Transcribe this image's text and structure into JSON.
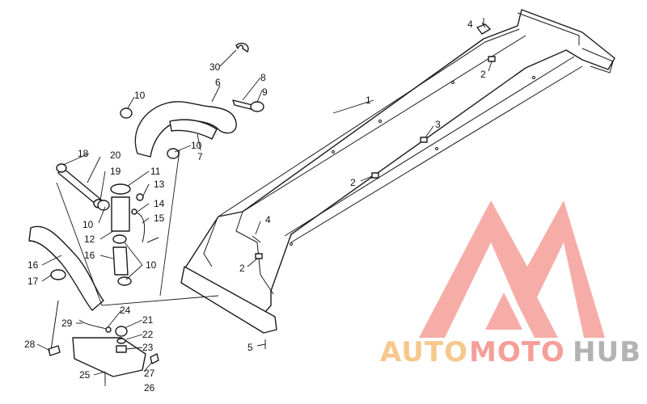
{
  "callouts": [
    {
      "id": "c1",
      "label": "1"
    },
    {
      "id": "c2a",
      "label": "2"
    },
    {
      "id": "c2b",
      "label": "2"
    },
    {
      "id": "c2c",
      "label": "2"
    },
    {
      "id": "c3",
      "label": "3"
    },
    {
      "id": "c4a",
      "label": "4"
    },
    {
      "id": "c4b",
      "label": "4"
    },
    {
      "id": "c5",
      "label": "5"
    },
    {
      "id": "c6",
      "label": "6"
    },
    {
      "id": "c7",
      "label": "7"
    },
    {
      "id": "c8",
      "label": "8"
    },
    {
      "id": "c9",
      "label": "9"
    },
    {
      "id": "c10a",
      "label": "10"
    },
    {
      "id": "c10b",
      "label": "10"
    },
    {
      "id": "c10c",
      "label": "10"
    },
    {
      "id": "c10d",
      "label": "10"
    },
    {
      "id": "c11",
      "label": "11"
    },
    {
      "id": "c12",
      "label": "12"
    },
    {
      "id": "c13",
      "label": "13"
    },
    {
      "id": "c14",
      "label": "14"
    },
    {
      "id": "c15",
      "label": "15"
    },
    {
      "id": "c16a",
      "label": "16"
    },
    {
      "id": "c16b",
      "label": "16"
    },
    {
      "id": "c17",
      "label": "17"
    },
    {
      "id": "c18",
      "label": "18"
    },
    {
      "id": "c19",
      "label": "19"
    },
    {
      "id": "c20",
      "label": "20"
    },
    {
      "id": "c21",
      "label": "21"
    },
    {
      "id": "c22",
      "label": "22"
    },
    {
      "id": "c23",
      "label": "23"
    },
    {
      "id": "c24",
      "label": "24"
    },
    {
      "id": "c25",
      "label": "25"
    },
    {
      "id": "c26",
      "label": "26"
    },
    {
      "id": "c27",
      "label": "27"
    },
    {
      "id": "c28",
      "label": "28"
    },
    {
      "id": "c29",
      "label": "29"
    },
    {
      "id": "c30",
      "label": "30"
    }
  ],
  "watermark": {
    "word_auto": "AUTO",
    "word_moto": "MOTO",
    "word_hub": "HUB",
    "color_auto": "#f6c88c",
    "color_moto": "#f59f99",
    "color_hub": "#b3b3b3",
    "logo_color": "#f59f99"
  }
}
